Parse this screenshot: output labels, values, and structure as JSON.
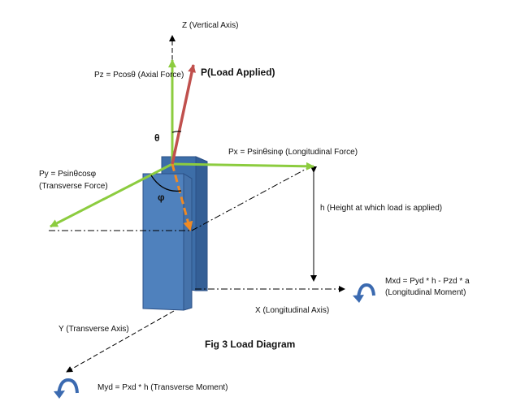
{
  "labels": {
    "z_axis": "Z (Vertical Axis)",
    "pz": "Pz = Pcosθ (Axial Force)",
    "p_load": "P(Load Applied)",
    "theta": "θ",
    "px": "Px = Psinθsinφ (Longitudinal Force)",
    "py_line1": "Py = Psinθcosφ",
    "py_line2": "(Transverse Force)",
    "phi": "φ",
    "h": "h (Height at which load is applied)",
    "mxd_line1": "Mxd = Pyd * h - Pzd * a",
    "mxd_line2": "(Longitudinal Moment)",
    "x_axis": "X (Longitudinal Axis)",
    "y_axis": "Y (Transverse Axis)",
    "caption": "Fig 3 Load Diagram",
    "myd": "Myd = Pxd * h (Transverse Moment)"
  },
  "colors": {
    "pole_front": "#4f81bd",
    "pole_back": "#3d6ea8",
    "pole_edge": "#2c5187",
    "force_green": "#8ccc3f",
    "load_red": "#c0504d",
    "projection_orange": "#f08a24",
    "moment_blue": "#3b6ab0",
    "axis_black": "#000000"
  }
}
